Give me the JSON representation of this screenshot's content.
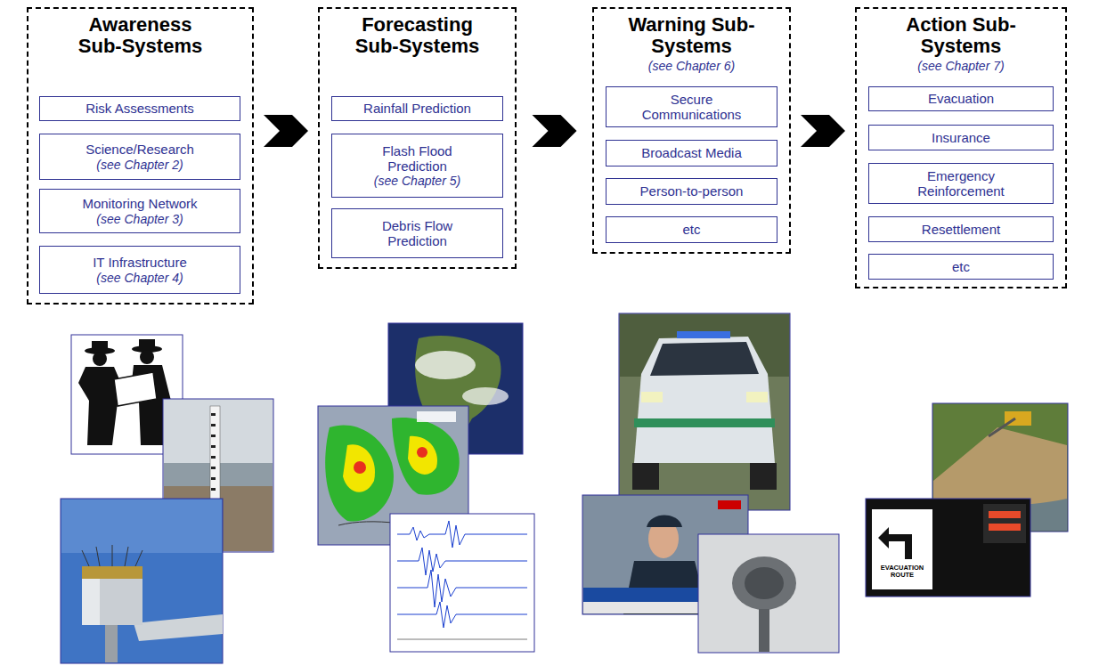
{
  "diagram": {
    "nodes": [
      {
        "text": [
          "Awareness Sub-Systems"
        ]
      },
      {
        "text": [
          "Risk Assessments"
        ],
        "in": 0
      },
      {
        "text": [
          "Science/Research",
          "(see Chapter 2)"
        ],
        "in": 0
      },
      {
        "text": [
          "Monitoring Network",
          "(see Chapter 3)"
        ],
        "in": 0
      },
      {
        "text": [
          "IT Infrastructure",
          "(see Chapter 4)"
        ],
        "in": 0
      },
      {
        "text": [
          "Forecasting Sub-Systems"
        ]
      },
      {
        "text": [
          "Rainfall Prediction"
        ],
        "in": 5
      },
      {
        "text": [
          "Flash Flood Prediction",
          "(see Chapter 5)"
        ],
        "in": 5
      },
      {
        "text": [
          "Debris Flow Prediction"
        ],
        "in": 5
      },
      {
        "text": [
          "Warning Sub-Systems",
          "(see Chapter 6)"
        ]
      },
      {
        "text": [
          "Secure Communications"
        ],
        "in": 9
      },
      {
        "text": [
          "Broadcast Media"
        ],
        "in": 9
      },
      {
        "text": [
          "Person-to-person"
        ],
        "in": 9
      },
      {
        "text": [
          "etc"
        ],
        "in": 9
      },
      {
        "text": [
          "Action Sub-Systems",
          "(see Chapter 7)"
        ]
      },
      {
        "text": [
          "Evacuation"
        ],
        "in": 14
      },
      {
        "text": [
          "Insurance"
        ],
        "in": 14
      },
      {
        "text": [
          "Emergency Reinforcement"
        ],
        "in": 14
      },
      {
        "text": [
          "Resettlement"
        ],
        "in": 14
      },
      {
        "text": [
          "etc"
        ],
        "in": 14
      }
    ],
    "edges": [
      {
        "from": 0,
        "to": 5,
        "arrow": "to"
      },
      {
        "from": 5,
        "to": 9,
        "arrow": "to"
      },
      {
        "from": 9,
        "to": 14,
        "arrow": "to"
      }
    ],
    "labels": [
      "EVACUATION ROUTE"
    ]
  }
}
